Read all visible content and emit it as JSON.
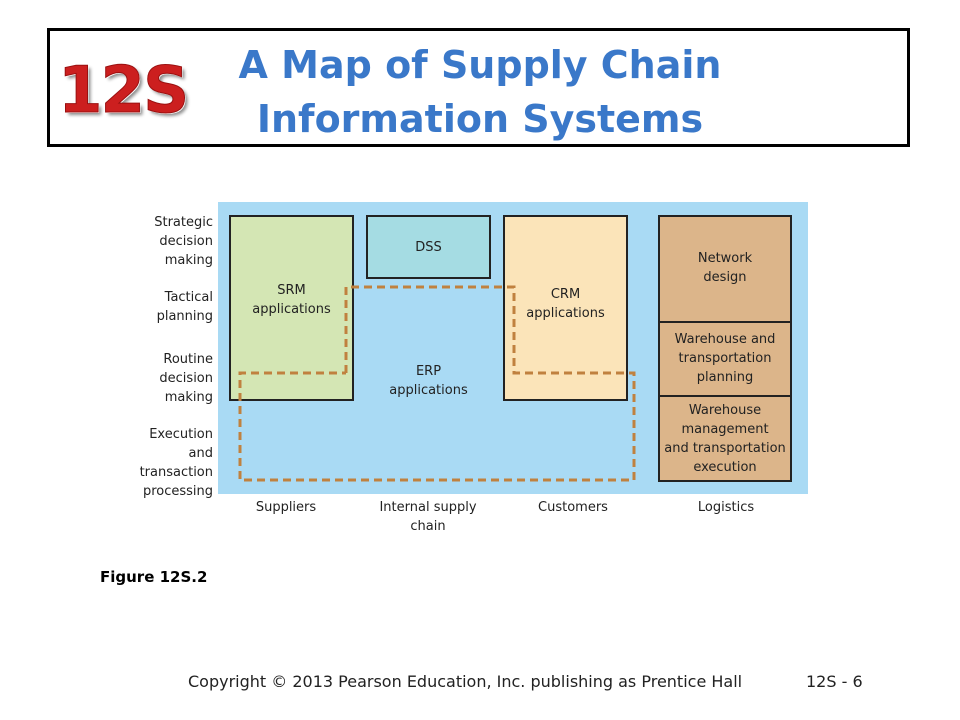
{
  "logo": {
    "text": "12S"
  },
  "title": {
    "line1": "A Map of Supply Chain",
    "line2": "Information Systems"
  },
  "diagram": {
    "row_labels": [
      "Strategic\ndecision\nmaking",
      "Tactical\nplanning",
      "Routine\ndecision\nmaking",
      "Execution\nand\ntransaction\nprocessing"
    ],
    "column_labels": [
      "Suppliers",
      "Internal supply\nchain",
      "Customers",
      "Logistics"
    ],
    "boxes": {
      "srm": "SRM\napplications",
      "dss": "DSS",
      "crm": "CRM\napplications",
      "erp": "ERP\napplications",
      "network": "Network\ndesign",
      "warehouse_planning": "Warehouse and\ntransportation\nplanning",
      "warehouse_execution": "Warehouse\nmanagement\nand transportation\nexecution"
    },
    "colors": {
      "background": "#a9daf4",
      "srm": "#d4e6b4",
      "dss": "#a5dce3",
      "crm": "#fbe4b9",
      "logistics": "#dcb58a",
      "erp_outline": "#c0813f"
    }
  },
  "figure_caption": "Figure 12S.2",
  "footer": {
    "copyright": "Copyright © 2013 Pearson Education, Inc. publishing as Prentice Hall",
    "page": "12S - 6"
  }
}
